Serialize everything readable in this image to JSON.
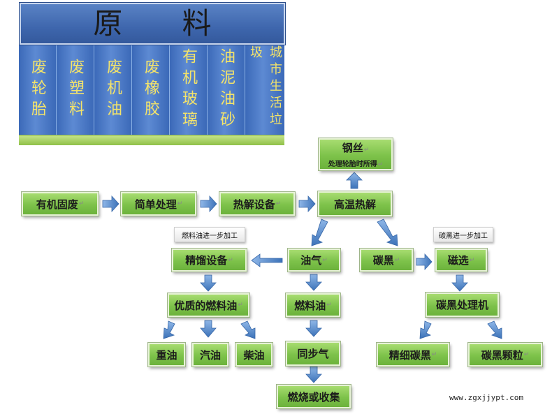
{
  "materials": {
    "title": "原 料",
    "columns": [
      {
        "text": "废轮胎"
      },
      {
        "text": "废塑料"
      },
      {
        "text": "废机油"
      },
      {
        "text": "废橡胶"
      },
      {
        "text": "有机玻璃"
      },
      {
        "text": "油泥油砂"
      },
      {
        "text": "城市生活垃圾"
      }
    ]
  },
  "flow": {
    "organic_waste": "有机固废",
    "simple_treatment": "简单处理",
    "pyrolysis_equipment": "热解设备",
    "high_temp_pyrolysis": "高温热解",
    "steel_wire": "钢丝",
    "steel_wire_note": "处理轮胎时所得",
    "fuel_oil_note": "燃料油进一步加工",
    "carbon_black_note": "碳黑进一步加工",
    "distillation_equipment": "精馏设备",
    "oil_gas": "油气",
    "carbon_black": "碳黑",
    "magnetic_separation": "磁选",
    "quality_fuel_oil": "优质的燃料油",
    "fuel_oil": "燃料油",
    "carbon_black_processor": "碳黑处理机",
    "heavy_oil": "重油",
    "gasoline": "汽油",
    "diesel": "柴油",
    "synchronous_gas": "同步气",
    "fine_carbon_black": "精细碳黑",
    "carbon_black_granules": "碳黑颗粒",
    "combustion_or_collection": "燃烧或收集",
    "edit_mark": "↵"
  },
  "website": "www.zgxjjypt.com",
  "colors": {
    "banner_blue": "#3e66ad",
    "material_text": "#f3e36a",
    "box_green": "#7dc24a",
    "arrow_blue": "#4f86c9"
  }
}
